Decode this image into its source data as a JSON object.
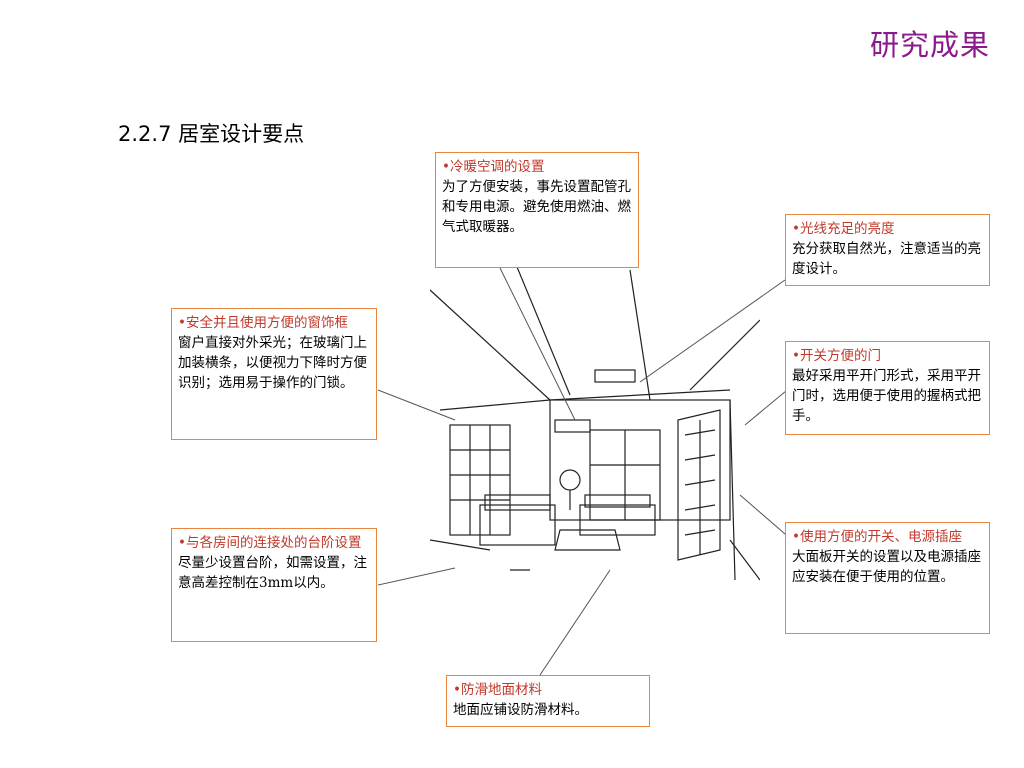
{
  "page": {
    "title": "研究成果",
    "section": "2.2.7 居室设计要点"
  },
  "boxes": {
    "hvac": {
      "head": "•冷暖空调的设置",
      "body": "为了方便安装，事先设置配管孔和专用电源。避免使用燃油、燃气式取暖器。"
    },
    "light": {
      "head": "•光线充足的亮度",
      "body": "充分获取自然光，注意适当的亮度设计。"
    },
    "window": {
      "head": "•安全并且使用方便的窗饰框",
      "body": "窗户直接对外采光；在玻璃门上加装横条，以便视力下降时方便识别；选用易于操作的门锁。"
    },
    "door": {
      "head": "•开关方便的门",
      "body": "最好采用平开门形式，采用平开门时，选用便于使用的握柄式把手。"
    },
    "switch": {
      "head": "•使用方便的开关、电源插座",
      "body": "大面板开关的设置以及电源插座应安装在便于使用的位置。"
    },
    "step": {
      "head": "•与各房间的连接处的台阶设置",
      "body": "尽量少设置台阶，如需设置，注意高差控制在3mm以内。"
    },
    "floor": {
      "head": "•防滑地面材料",
      "body": "地面应铺设防滑材料。"
    }
  }
}
